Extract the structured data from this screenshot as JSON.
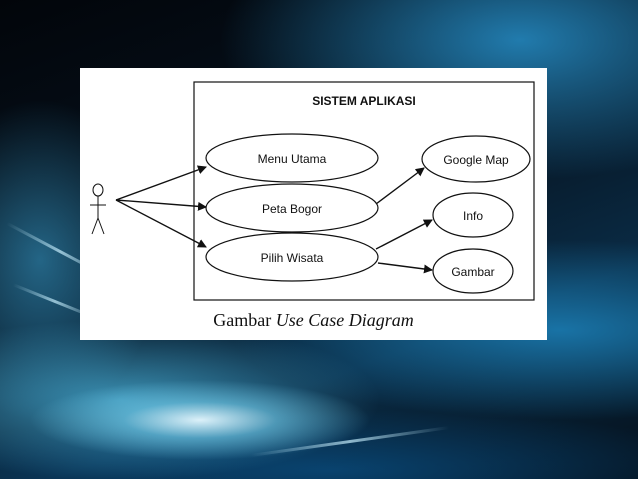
{
  "diagram": {
    "system_title": "SISTEM APLIKASI",
    "use_cases": {
      "menu_utama": "Menu Utama",
      "peta_bogor": "Peta Bogor",
      "pilih_wisata": "Pilih Wisata",
      "google_map": "Google Map",
      "info": "Info",
      "gambar": "Gambar"
    },
    "caption_prefix": "Gambar",
    "caption_italic": "Use Case Diagram"
  }
}
